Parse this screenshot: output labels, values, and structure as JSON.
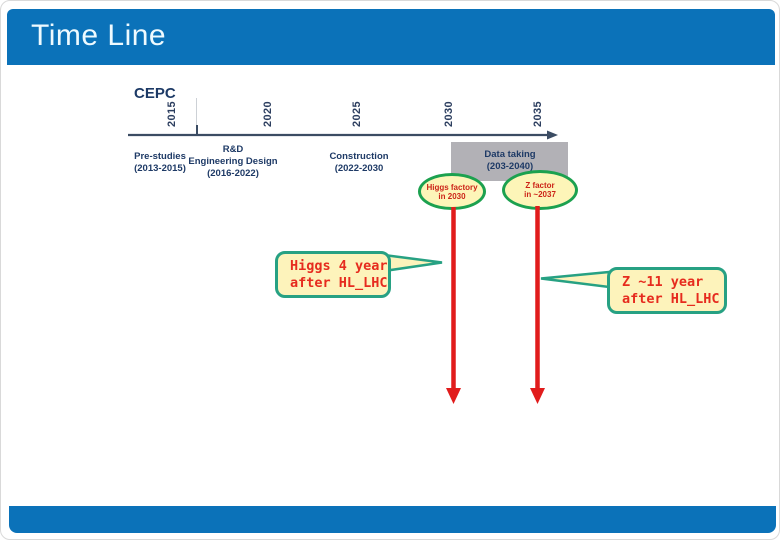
{
  "slide": {
    "title": "Time Line"
  },
  "timeline": {
    "brand": "CEPC",
    "years": [
      "2015",
      "2020",
      "2025",
      "2030",
      "2035"
    ],
    "phases": {
      "prestudies": {
        "line1": "Pre-studies",
        "line2": "(2013-2015)"
      },
      "rnd": {
        "line1": "R&D",
        "line2": "Engineering Design",
        "line3": "(2016-2022)"
      },
      "construction": {
        "line1": "Construction",
        "line2": "(2022-2030"
      },
      "datataking": {
        "line1": "Data taking",
        "line2": "(203-2040)"
      }
    },
    "milestones": {
      "higgs": {
        "line1": "Higgs factory",
        "line2": "in 2030"
      },
      "z": {
        "line1": "Z factor",
        "line2": "in ~2037"
      }
    }
  },
  "callouts": {
    "higgs": {
      "line1": "Higgs 4 year",
      "line2": "after HL_LHC"
    },
    "z": {
      "line1": "Z ~11 year",
      "line2": "after HL_LHC"
    }
  },
  "colors": {
    "header_blue": "#0b72b9",
    "navy_text": "#1e3a66",
    "axis": "#3b4c63",
    "gray_box": "#b2b1b6",
    "arrow_red": "#e11c1c",
    "callout_fill": "#fdf3bb",
    "callout_border": "#27a183",
    "ellipse_border": "#1ca14f",
    "milestone_text_red": "#cc2418"
  }
}
